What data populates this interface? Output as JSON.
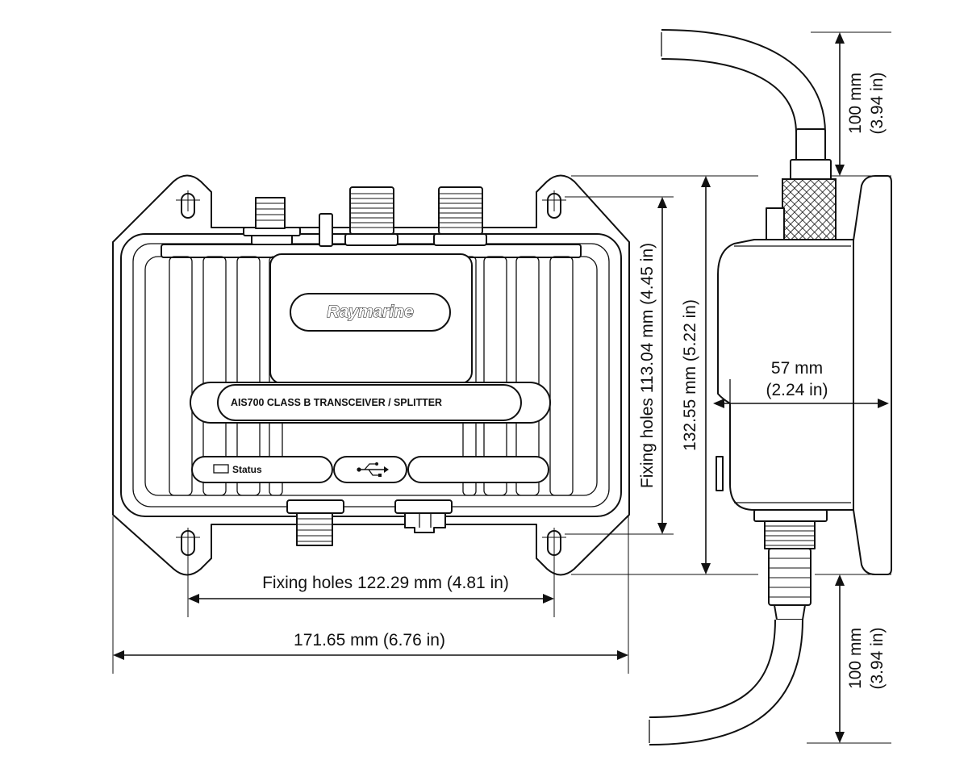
{
  "device": {
    "brand_logo": "Raymarine",
    "model_label": "AIS700 CLASS B TRANSCEIVER / SPLITTER",
    "status_label": "Status",
    "usb_icon": "usb-icon"
  },
  "dimensions": {
    "fixing_holes_horizontal": "Fixing holes 122.29 mm (4.81 in)",
    "overall_width": "171.65 mm (6.76 in)",
    "fixing_holes_vertical": "Fixing holes 113.04 mm (4.45 in)",
    "overall_height": "132.55 mm (5.22 in)",
    "depth_mm": "57 mm",
    "depth_in": "(2.24 in)",
    "cable_top_mm": "100 mm",
    "cable_top_in": "(3.94 in)",
    "cable_bottom_mm": "100 mm",
    "cable_bottom_in": "(3.94 in)"
  }
}
